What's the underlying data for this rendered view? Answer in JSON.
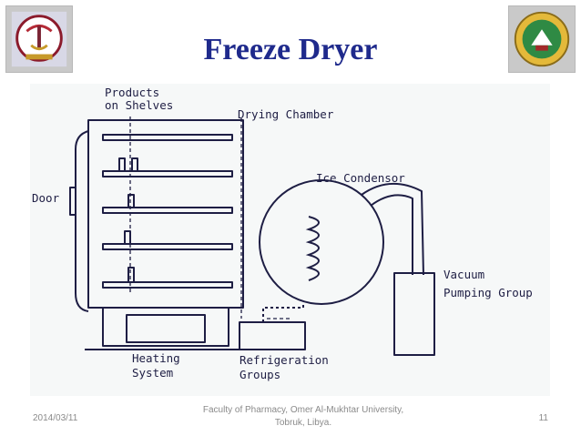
{
  "slide": {
    "title": "Freeze Dryer"
  },
  "diagram": {
    "labels": {
      "products": "Products",
      "on_shelves": "on Shelves",
      "drying_chamber": "Drying Chamber",
      "door": "Door",
      "ice_condensor": "Ice Condensor",
      "vacuum": "Vacuum",
      "pumping_group": "Pumping Group",
      "heating": "Heating",
      "system": "System",
      "refrigeration": "Refrigeration",
      "groups": "Groups"
    }
  },
  "footer": {
    "date": "2014/03/11",
    "center_line1": "Faculty of Pharmacy, Omer Al-Mukhtar University,",
    "center_line2": "Tobruk, Libya.",
    "page": "11"
  },
  "colors": {
    "title": "#1f2a8c",
    "diagram_bg": "#f6f8f8",
    "ink": "#1e1e44"
  }
}
